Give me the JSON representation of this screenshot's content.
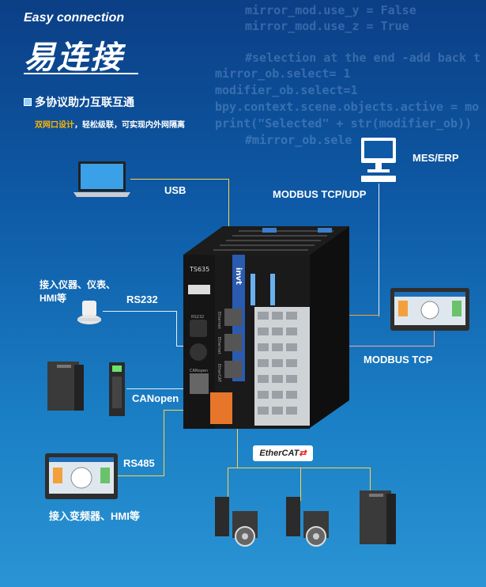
{
  "header": {
    "eyebrow": "Easy connection",
    "title": "易连接",
    "subtitle": "多协议助力互联互通",
    "desc_highlight": "双网口设计",
    "desc_rest": "，轻松级联，可实现内外网隔离"
  },
  "code_lines": [
    "mirror_mod.use_y = False",
    "mirror_mod.use_z = True",
    "#selection at the end -add back t",
    "mirror_ob.select= 1",
    "modifier_ob.select=1",
    "bpy.context.scene.objects.active = mo",
    "print(\"Selected\" + str(modifier_ob))",
    "#mirror_ob.sele"
  ],
  "labels": {
    "usb": "USB",
    "mes": "MES/ERP",
    "modbus_tcp_udp": "MODBUS TCP/UDP",
    "instruments": "接入仪器、仪表、",
    "instruments2": "HMI等",
    "rs232": "RS232",
    "canopen": "CANopen",
    "rs485": "RS485",
    "modbus_tcp": "MODBUS TCP",
    "inverter_hmi": "接入变频器、HMI等",
    "ethercat": "EtherCAT"
  },
  "device": {
    "model": "TS635",
    "brand": "invt",
    "port_labels": [
      "Ethernet",
      "Ethernet",
      "EtherCAT"
    ],
    "usb_label": "RS232",
    "canopen_label": "CANopen"
  },
  "colors": {
    "accent_yellow": "#ffd24a",
    "highlight_orange": "#ffb400",
    "bg_dark": "#0b3f86",
    "bg_light": "#2a94d4"
  }
}
